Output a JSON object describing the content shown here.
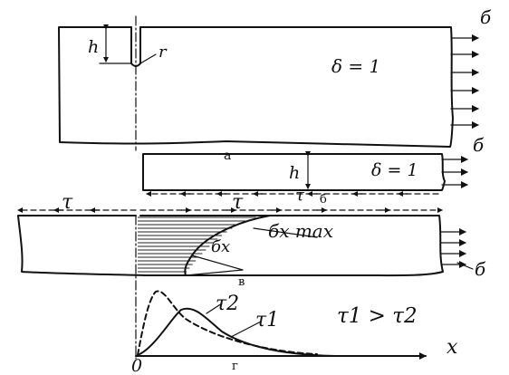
{
  "panel_a": {
    "caption": "а",
    "stress_label": "б",
    "thickness_label": "δ = 1",
    "depth_label": "h",
    "radius_label": "r"
  },
  "panel_b": {
    "caption": "б",
    "stress_label": "б",
    "thickness_label": "δ = 1",
    "depth_label": "h",
    "shear_label": "τ"
  },
  "panel_c": {
    "caption": "в",
    "shear_left_label": "τ",
    "shear_right_label": "τ",
    "stress_x_label": "бx",
    "stress_max_label": "бx max",
    "stress_label": "б"
  },
  "panel_d": {
    "caption": "г",
    "curve_2_label": "τ2",
    "curve_1_label": "τ1",
    "relation_label": "τ1 > τ2",
    "x_axis_label": "x",
    "origin_label": "0"
  }
}
